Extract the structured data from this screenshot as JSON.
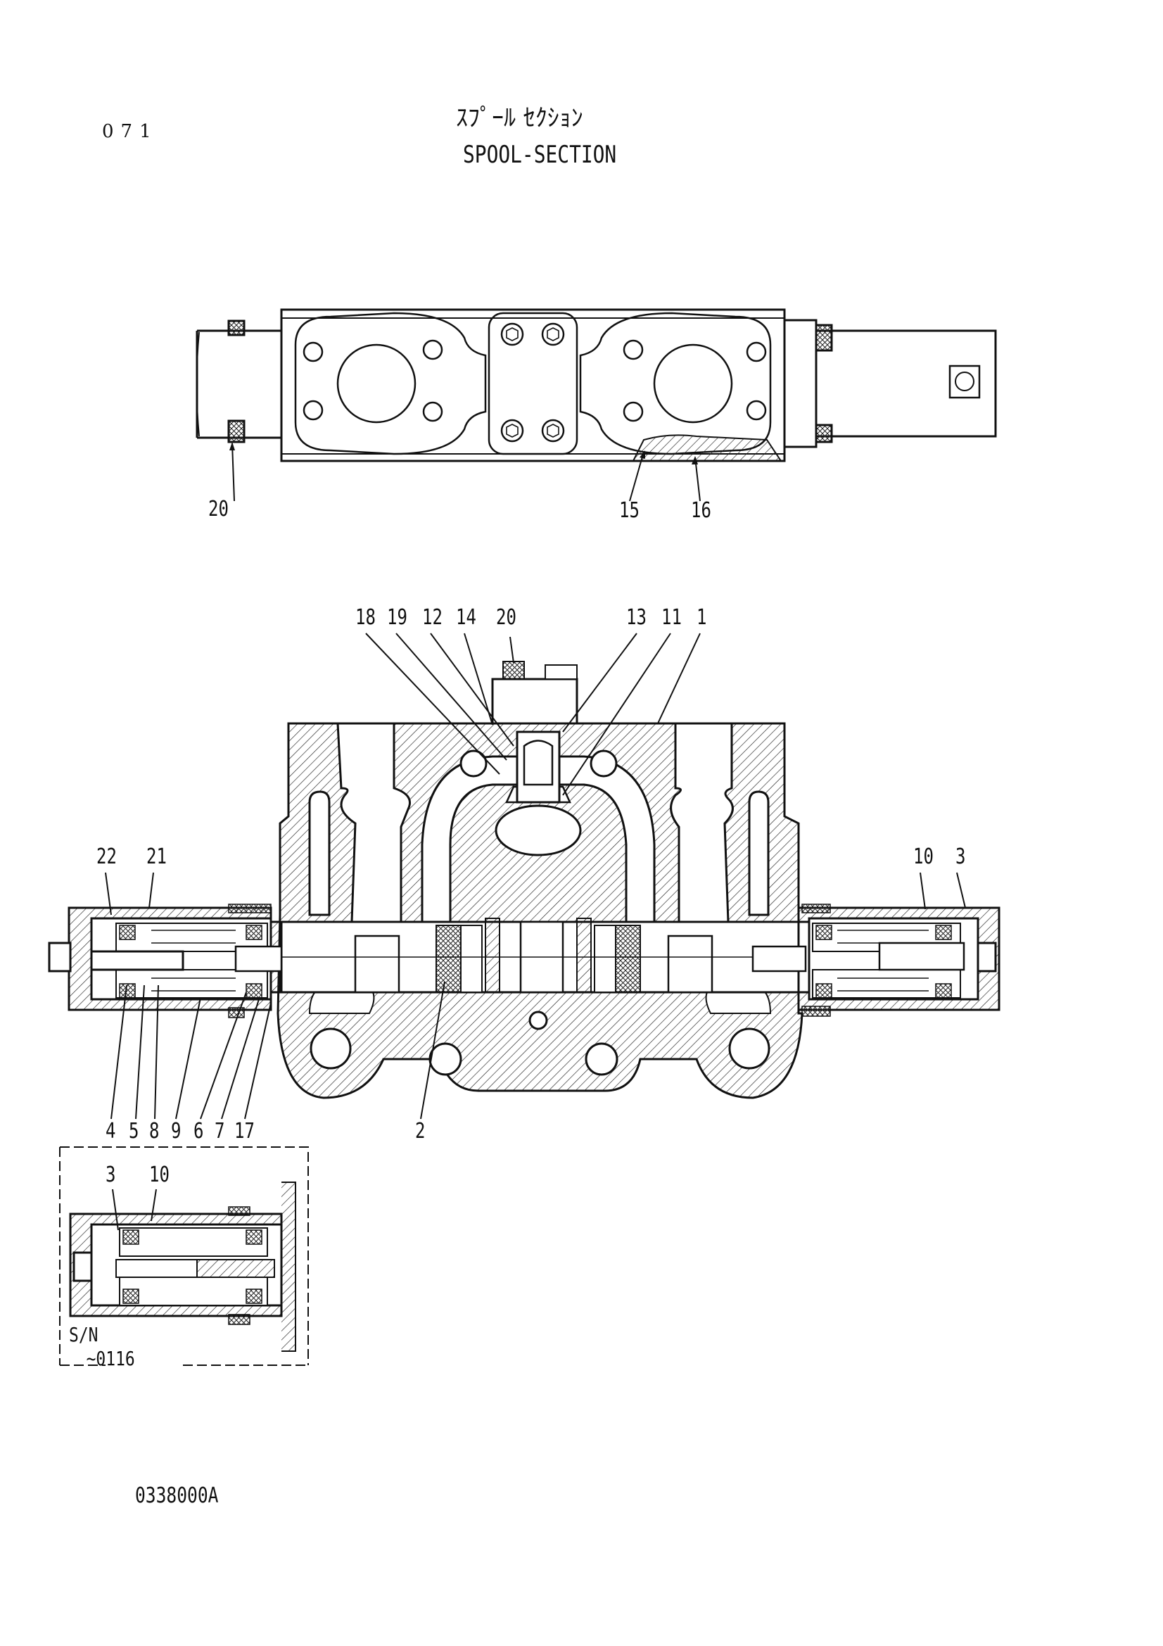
{
  "page_number": "071",
  "title_japanese": "ｽﾌﾟｰﾙ ｾｸｼｮﾝ",
  "title_english": "SPOOL-SECTION",
  "document_id": "0338000A",
  "serial_note": {
    "line1": "S/N",
    "line2": "~0116"
  },
  "top_view_labels": {
    "l20": "20",
    "l15": "15",
    "l16": "16"
  },
  "section_top_labels": {
    "l18": "18",
    "l19": "19",
    "l12": "12",
    "l14": "14",
    "l20": "20",
    "l13": "13",
    "l11": "11",
    "l1": "1"
  },
  "section_side_labels": {
    "l22": "22",
    "l21": "21",
    "l10": "10",
    "l3": "3"
  },
  "section_bottom_labels": {
    "l4": "4",
    "l5": "5",
    "l8": "8",
    "l9": "9",
    "l6": "6",
    "l7": "7",
    "l17": "17",
    "l2": "2"
  },
  "inset_labels": {
    "l3": "3",
    "l10": "10"
  }
}
